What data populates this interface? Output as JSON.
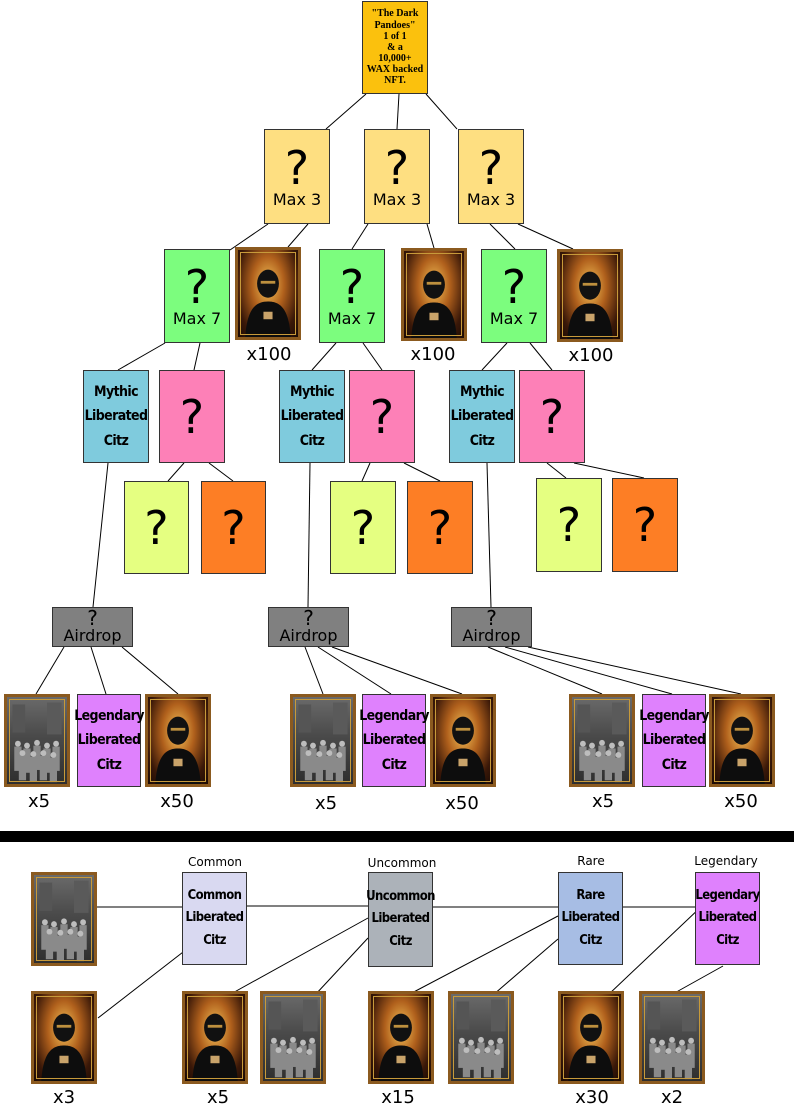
{
  "top_node": {
    "lines": [
      "\"The Dark",
      "Pandoes\"",
      "1 of 1",
      "& a",
      "10,000+",
      "WAX backed",
      "NFT."
    ]
  },
  "mystery_mark": "?",
  "max3_label": "Max 3",
  "max7_label": "Max 7",
  "airdrop_label": "Airdrop",
  "mythic_lines": [
    "Mythic",
    "Liberated",
    "Citz"
  ],
  "legendary_lines": [
    "Legendary",
    "Liberated",
    "Citz"
  ],
  "counts": {
    "x100": "x100",
    "x5": "x5",
    "x50": "x50"
  },
  "bottom": {
    "categories": [
      "Common",
      "Uncommon",
      "Rare",
      "Legendary"
    ],
    "common_lines": [
      "Common",
      "Liberated",
      "Citz"
    ],
    "uncommon_lines": [
      "Uncommon",
      "Liberated",
      "Citz"
    ],
    "rare_lines": [
      "Rare",
      "Liberated",
      "Citz"
    ],
    "legendary_lines": [
      "Legendary",
      "Liberated",
      "Citz"
    ],
    "counts": [
      "x3",
      "x5",
      "x15",
      "x30",
      "x2"
    ]
  },
  "colors": {
    "gold": "#fbc10d",
    "max3": "#fedf81",
    "max7": "#7cfd7e",
    "mythic": "#7fcbdd",
    "pink": "#fd80b7",
    "yellowgreen": "#e5ff81",
    "orange": "#fd7e25",
    "airdrop": "#808080",
    "legendary": "#df81fd",
    "common": "#d9d9f1",
    "uncommon": "#acb2b9",
    "rare": "#a7bde4"
  }
}
